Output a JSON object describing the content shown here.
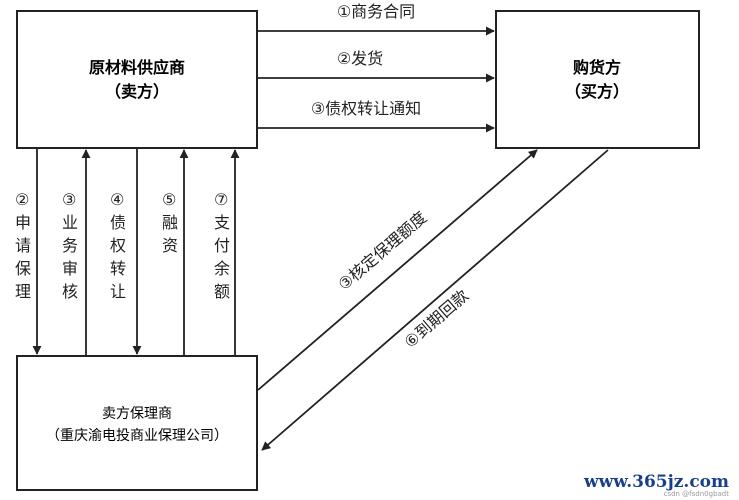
{
  "nodes": {
    "supplier": {
      "name": "原材料供应商",
      "role": "（卖方）"
    },
    "buyer": {
      "name": "购货方",
      "role": "（买方）"
    },
    "factor": {
      "name": "卖方保理商",
      "detail": "（重庆渝电投商业保理公司）"
    }
  },
  "edges": {
    "contract": "①商务合同",
    "delivery": "②发货",
    "debt_transfer_notice": "③债权转让通知",
    "apply_factoring": "②申请保理",
    "business_review": "③业务审核",
    "debt_transfer": "④债权转让",
    "financing": "⑤融资",
    "pay_balance": "⑦支付余额",
    "approve_limit": "③核定保理额度",
    "repayment": "⑥到期回款"
  },
  "watermark": {
    "site": "www.365jz.com",
    "small": "csdn @fsdn0gbadt"
  }
}
